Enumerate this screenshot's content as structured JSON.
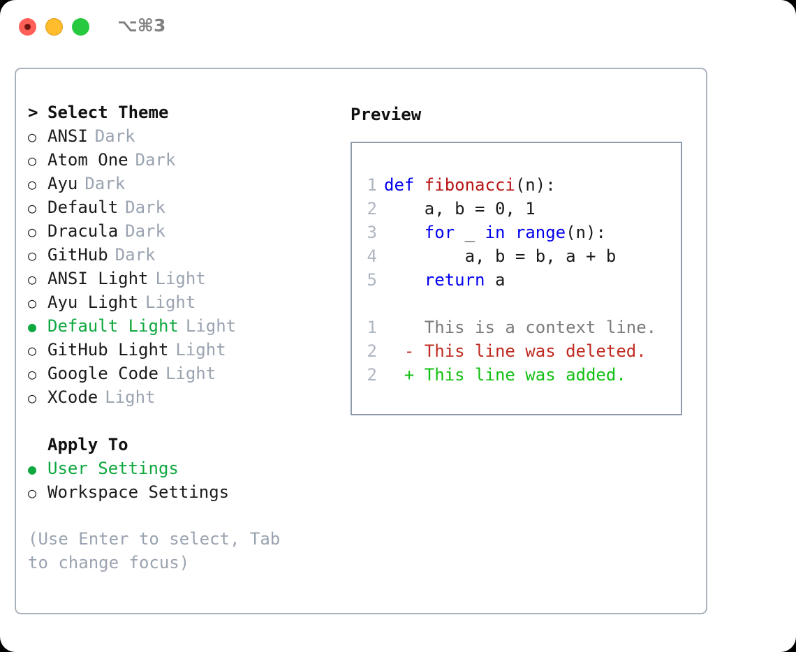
{
  "window": {
    "shortcut_label": "⌥⌘3",
    "traffic_lights": [
      {
        "name": "close",
        "color": "#ff5f56"
      },
      {
        "name": "minimize",
        "color": "#ffbd2e"
      },
      {
        "name": "maximize",
        "color": "#27c93f"
      }
    ]
  },
  "colors": {
    "selected_green": "#0fa83f",
    "muted_gray": "#9aa3b0",
    "text_black": "#1b1b1b",
    "border": "#a9b2bd",
    "preview_border": "#8d9aab",
    "keyword_blue": "#0000ee",
    "function_red": "#b81414",
    "diff_add": "#12c012",
    "diff_del": "#c0291f",
    "diff_ctx": "#7a7a7a",
    "lineno": "#adb5c0"
  },
  "theme_section": {
    "caret": ">",
    "header": "Select Theme",
    "bullet_unselected": "○",
    "bullet_selected": "●",
    "items": [
      {
        "name": "ANSI",
        "tag": "Dark",
        "selected": false
      },
      {
        "name": "Atom One",
        "tag": "Dark",
        "selected": false
      },
      {
        "name": "Ayu",
        "tag": "Dark",
        "selected": false
      },
      {
        "name": "Default",
        "tag": "Dark",
        "selected": false
      },
      {
        "name": "Dracula",
        "tag": "Dark",
        "selected": false
      },
      {
        "name": "GitHub",
        "tag": "Dark",
        "selected": false
      },
      {
        "name": "ANSI Light",
        "tag": "Light",
        "selected": false
      },
      {
        "name": "Ayu Light",
        "tag": "Light",
        "selected": false
      },
      {
        "name": "Default Light",
        "tag": "Light",
        "selected": true
      },
      {
        "name": "GitHub Light",
        "tag": "Light",
        "selected": false
      },
      {
        "name": "Google Code",
        "tag": "Light",
        "selected": false
      },
      {
        "name": "XCode",
        "tag": "Light",
        "selected": false
      }
    ]
  },
  "apply_section": {
    "header": "Apply To",
    "items": [
      {
        "name": "User Settings",
        "selected": true
      },
      {
        "name": "Workspace Settings",
        "selected": false
      }
    ]
  },
  "hint": "(Use Enter to select, Tab to change focus)",
  "preview": {
    "title": "Preview",
    "code_lines": [
      {
        "no": "1",
        "tokens": [
          {
            "t": "def ",
            "k": "kw"
          },
          {
            "t": "fibonacci",
            "k": "fn"
          },
          {
            "t": "(n):",
            "k": "plain"
          }
        ]
      },
      {
        "no": "2",
        "tokens": [
          {
            "t": "    a, b = 0, 1",
            "k": "plain"
          }
        ]
      },
      {
        "no": "3",
        "tokens": [
          {
            "t": "    ",
            "k": "plain"
          },
          {
            "t": "for ",
            "k": "kw"
          },
          {
            "t": "_ ",
            "k": "plain"
          },
          {
            "t": "in ",
            "k": "kw"
          },
          {
            "t": "range",
            "k": "kw"
          },
          {
            "t": "(n):",
            "k": "plain"
          }
        ]
      },
      {
        "no": "4",
        "tokens": [
          {
            "t": "        a, b = b, a + b",
            "k": "plain"
          }
        ]
      },
      {
        "no": "5",
        "tokens": [
          {
            "t": "    ",
            "k": "plain"
          },
          {
            "t": "return ",
            "k": "kw"
          },
          {
            "t": "a",
            "k": "plain"
          }
        ]
      }
    ],
    "diff_lines": [
      {
        "no": "1",
        "marker": " ",
        "text": "This is a context line.",
        "kind": "ctx"
      },
      {
        "no": "2",
        "marker": "-",
        "text": "This line was deleted.",
        "kind": "del"
      },
      {
        "no": "2",
        "marker": "+",
        "text": "This line was added.",
        "kind": "add"
      }
    ]
  }
}
